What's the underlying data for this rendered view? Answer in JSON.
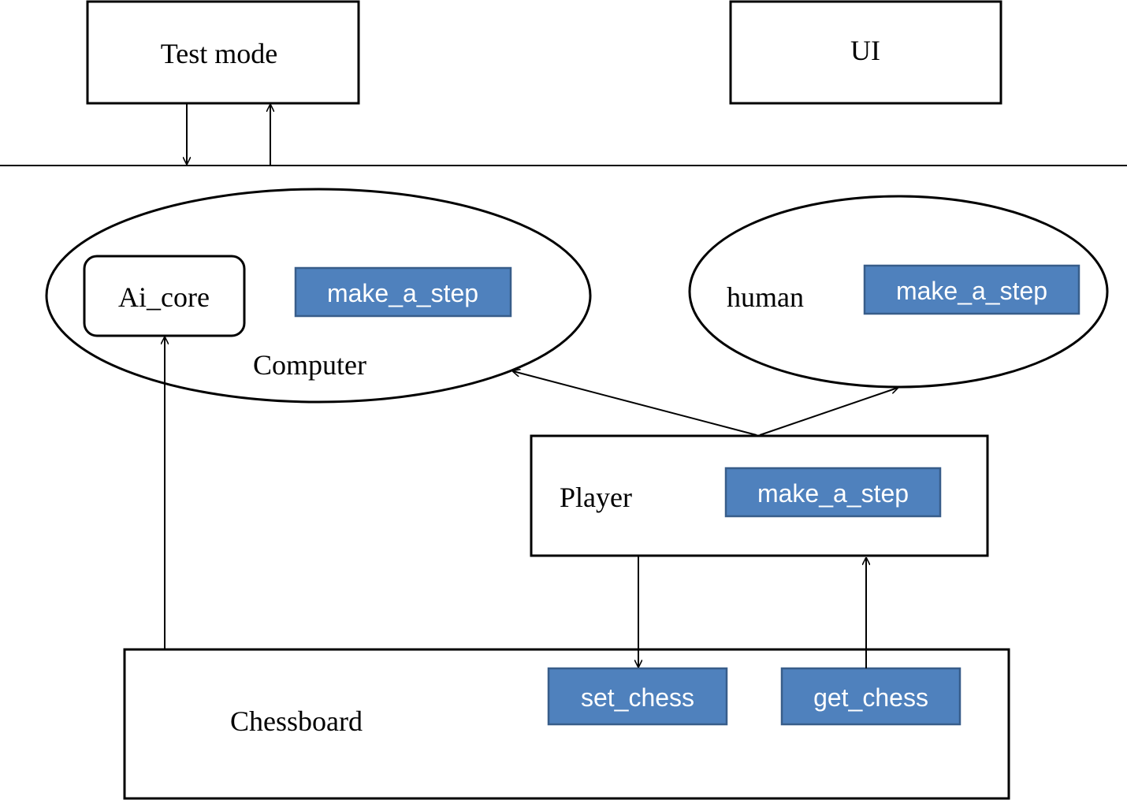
{
  "colors": {
    "method_fill": "#4f81bd",
    "method_border": "#385d8a",
    "method_text": "#ffffff",
    "line": "#000000"
  },
  "labels": {
    "test_mode": "Test mode",
    "ui": "UI",
    "ai_core": "Ai_core",
    "computer": "Computer",
    "human": "human",
    "player": "Player",
    "chessboard": "Chessboard"
  },
  "methods": {
    "computer_make_a_step": "make_a_step",
    "human_make_a_step": "make_a_step",
    "player_make_a_step": "make_a_step",
    "set_chess": "set_chess",
    "get_chess": "get_chess"
  }
}
